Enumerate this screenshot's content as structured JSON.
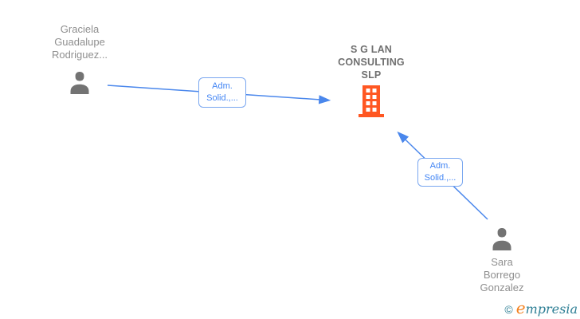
{
  "diagram": {
    "background_color": "#ffffff",
    "edge_color": "#4a87ec",
    "edge_label_text_color": "#4285f4",
    "edge_label_border_color": "#7aa7f0",
    "person_icon_color": "#737373",
    "company_icon_color": "#ff5722",
    "person_label_color": "#8f8f8f",
    "company_label_color": "#6f6f6f",
    "nodes": {
      "person1": {
        "type": "person",
        "lines": [
          "Graciela",
          "Guadalupe",
          "Rodriguez..."
        ]
      },
      "company": {
        "type": "company",
        "lines": [
          "S G LAN",
          "CONSULTING",
          "SLP"
        ]
      },
      "person2": {
        "type": "person",
        "lines": [
          "Sara",
          "Borrego",
          "Gonzalez"
        ]
      }
    },
    "edges": {
      "edge1": {
        "from": "person1",
        "to": "company",
        "label_lines": [
          "Adm.",
          "Solid.,..."
        ]
      },
      "edge2": {
        "from": "person2",
        "to": "company",
        "label_lines": [
          "Adm.",
          "Solid.,..."
        ]
      }
    }
  },
  "watermark": {
    "copyright_symbol": "©",
    "brand_initial": "e",
    "brand_rest": "mpresia",
    "copyright_color": "#2e7f95",
    "brand_initial_color": "#f48220",
    "brand_rest_color": "#2e7f95"
  }
}
